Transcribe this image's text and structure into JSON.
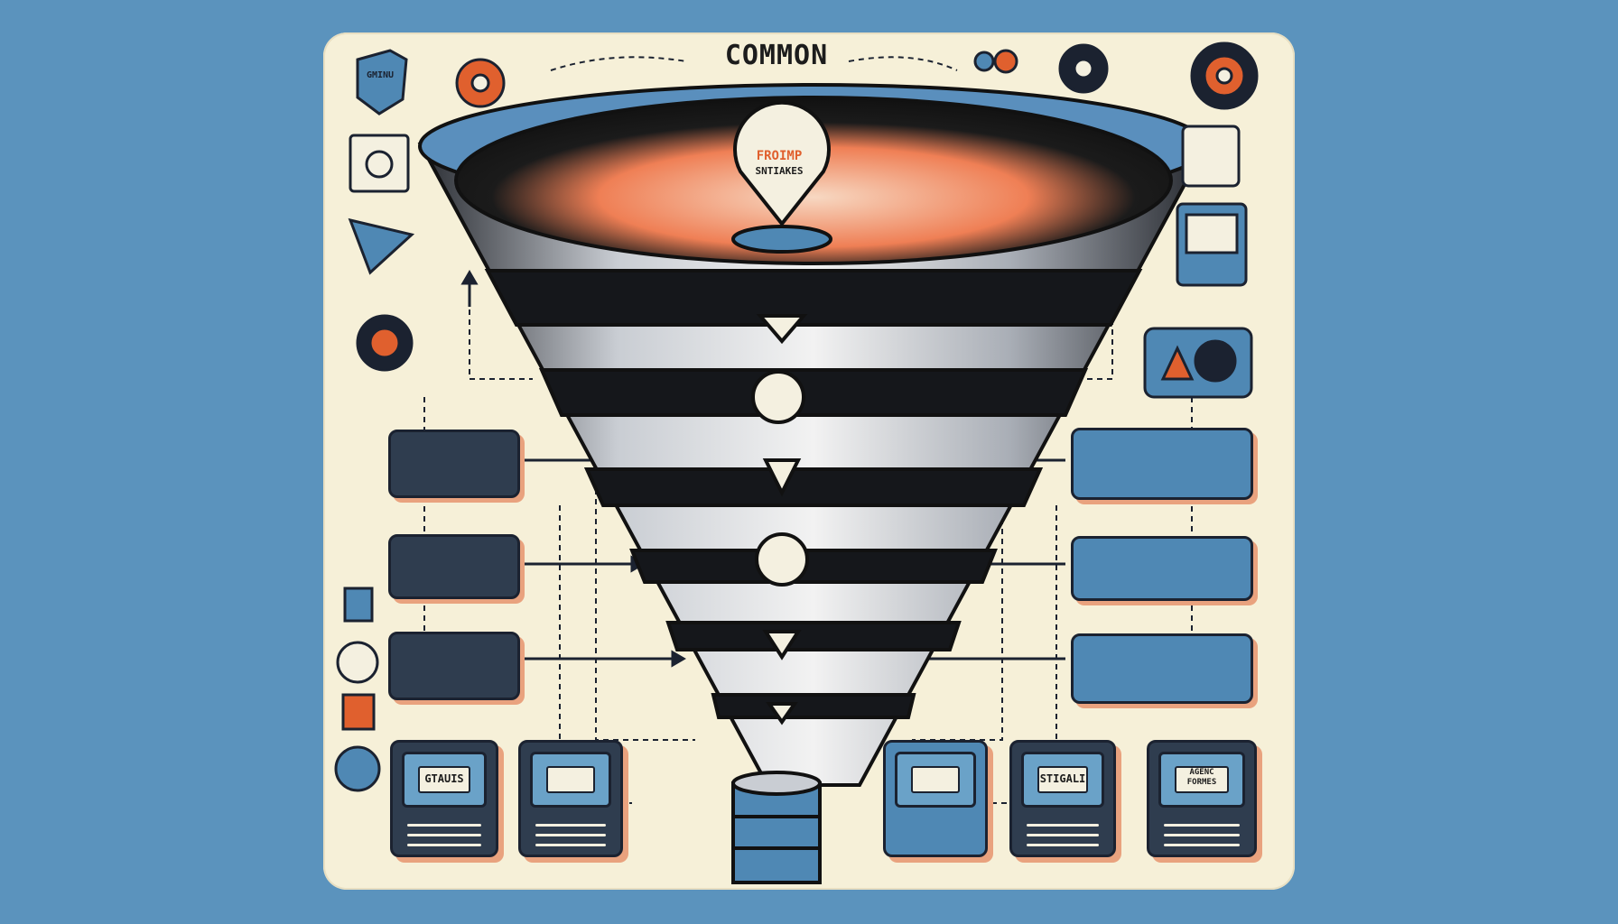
{
  "diagram": {
    "title": "COMMON",
    "pin_label_line1": "FROIMP",
    "pin_label_line2": "SNTIAKES",
    "stage_labels": [
      "",
      "",
      "",
      ""
    ],
    "bottom_cards": [
      {
        "tag": "GTAUIS"
      },
      {
        "tag": ""
      },
      {
        "tag": ""
      },
      {
        "tag": "STIGALI"
      },
      {
        "tag": "AGENC\nFORMES"
      }
    ],
    "shield_text": "GMINU",
    "colors": {
      "background": "#5b93bd",
      "panel": "#f6f0d8",
      "accent_orange": "#e0602e",
      "ink": "#1b2230",
      "steel_blue": "#4f88b4"
    }
  }
}
